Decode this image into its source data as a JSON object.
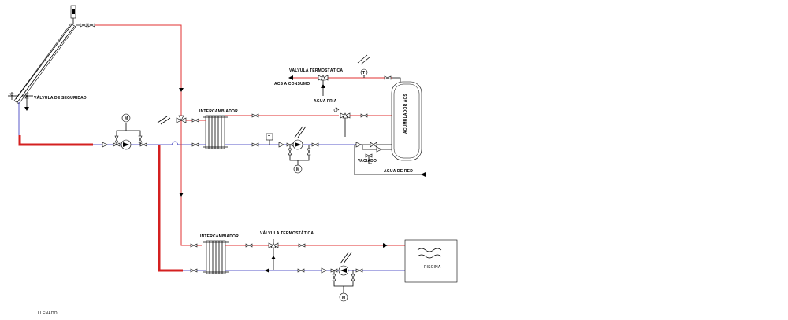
{
  "labels": {
    "safety_valve": "VÁLVULA DE SEGURIDAD",
    "heat_exchanger_1": "INTERCAMBIADOR",
    "heat_exchanger_2": "INTERCAMBIADOR",
    "thermostatic_valve_1": "VÁLVULA TERMOSTÁTICA",
    "thermostatic_valve_2": "VÁLVULA TERMOSTÁTICA",
    "acs_consumption": "ACS A CONSUMO",
    "cold_water": "AGUA FRIA",
    "tank": "ACUMULADOR ACS",
    "drain": "VACIADO",
    "mains_water": "AGUA DE RED",
    "pool": "PISCINA",
    "fill": "LLENADO",
    "motor_1": "M",
    "motor_2": "M",
    "motor_3": "M",
    "thermometer": "T",
    "temp_sensor": "T"
  },
  "colors": {
    "hot_line": "#e03030",
    "cold_line": "#5a5ac8",
    "thick_line": "#d42020"
  }
}
